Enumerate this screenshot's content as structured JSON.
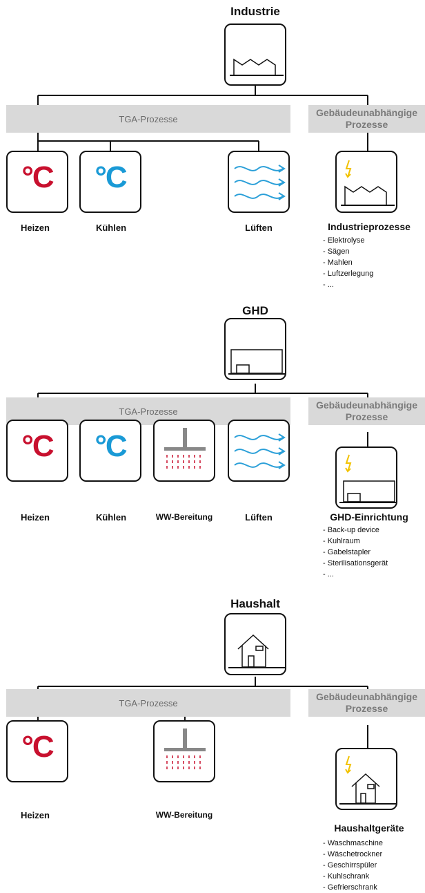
{
  "sections": [
    {
      "title": "Industrie",
      "tga_label": "TGA-Prozesse",
      "indep_label": "Gebäudeunabhängige Prozesse",
      "items": [
        "Heizen",
        "Kühlen",
        "Lüften"
      ],
      "process_title": "Industrieprozesse",
      "process_list": [
        "- Elektrolyse",
        "- Sägen",
        "- Mahlen",
        "- Luftzerlegung",
        "- ..."
      ]
    },
    {
      "title": "GHD",
      "tga_label": "TGA-Prozesse",
      "indep_label": "Gebäudeunabhängige Prozesse",
      "items": [
        "Heizen",
        "Kühlen",
        "WW-Bereitung",
        "Lüften"
      ],
      "process_title": "GHD-Einrichtung",
      "process_list": [
        "- Back-up device",
        "- Kuhlraum",
        "- Gabelstapler",
        "- Sterilisationsgerät",
        "- ..."
      ]
    },
    {
      "title": "Haushalt",
      "tga_label": "TGA-Prozesse",
      "indep_label": "Gebäudeunabhängige Prozesse",
      "items": [
        "Heizen",
        "WW-Bereitung"
      ],
      "process_title": "Haushaltgeräte",
      "process_list": [
        "- Waschmaschine",
        "- Wäschetrockner",
        "- Geschirrspüler",
        "- Kuhlschrank",
        "- Gefrierschrank"
      ]
    }
  ],
  "icons": {
    "degree_symbol": "°C"
  },
  "colors": {
    "heat": "#c8102e",
    "cool": "#1a9ad6",
    "air": "#2a9fd8",
    "lightning": "#f2c200",
    "bar": "#d9d9d9"
  }
}
